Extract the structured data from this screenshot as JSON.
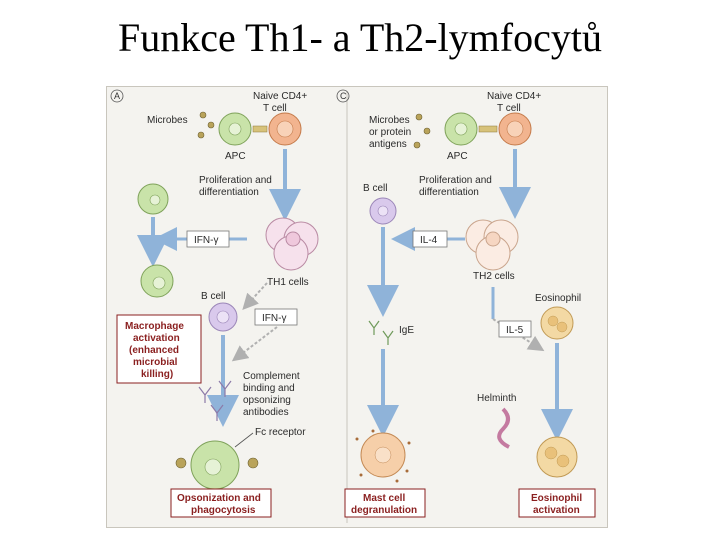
{
  "title": "Funkce Th1- a Th2-lymfocytů",
  "panel_a": {
    "letter": "A",
    "naive_cell": [
      "Naive CD4+",
      "T cell"
    ],
    "microbes": "Microbes",
    "apc": "APC",
    "prolif": [
      "Proliferation and",
      "differentiation"
    ],
    "ifn_1": "IFN-γ",
    "th1": "TH1 cells",
    "b_cell": "B cell",
    "ifn_2": "IFN-γ",
    "macrophage": [
      "Macrophage",
      "activation",
      "(enhanced",
      "microbial",
      "killing)"
    ],
    "complement": [
      "Complement",
      "binding and",
      "opsonizing",
      "antibodies"
    ],
    "fc_receptor": "Fc receptor",
    "opsonization": [
      "Opsonization and",
      "phagocytosis"
    ]
  },
  "panel_c": {
    "letter": "C",
    "naive_cell": [
      "Naive CD4+",
      "T cell"
    ],
    "microbes": [
      "Microbes",
      "or protein",
      "antigens"
    ],
    "apc": "APC",
    "b_cell": "B cell",
    "prolif": [
      "Proliferation and",
      "differentiation"
    ],
    "il4": "IL-4",
    "th2": "TH2 cells",
    "eosinophil": "Eosinophil",
    "ige": "IgE",
    "il5": "IL-5",
    "helminth": "Helminth",
    "mast": [
      "Mast cell",
      "degranulation"
    ],
    "eos_act": [
      "Eosinophil",
      "activation"
    ]
  },
  "colors": {
    "arrow_blue": "#8fb3d9",
    "t_cell": "#f2b48f",
    "apc": "#c9e3a9",
    "b_cell": "#d9c9ec",
    "th_cell": "#f6e1ec",
    "mast": "#f6cfa9",
    "eos": "#f3d9a4",
    "label_red": "#8a1f1f"
  }
}
